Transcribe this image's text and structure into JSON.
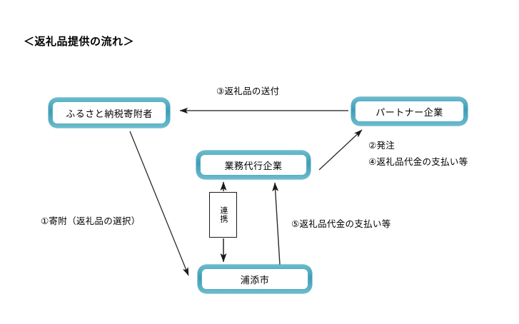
{
  "page": {
    "title": "＜返礼品提供の流れ＞",
    "background_color": "#ffffff",
    "accent_color": "#4aa8bd",
    "line_color": "#1a1a1a"
  },
  "nodes": [
    {
      "id": "donor",
      "label": "ふるさと納税寄附者",
      "style": "teal-rounded"
    },
    {
      "id": "partner",
      "label": "パートナー企業",
      "style": "teal-rounded"
    },
    {
      "id": "agency",
      "label": "業務代行企業",
      "style": "teal-rounded"
    },
    {
      "id": "city",
      "label": "浦添市",
      "style": "teal-rounded"
    },
    {
      "id": "renkei",
      "label": "連携",
      "style": "plain-rect-vertical"
    }
  ],
  "flow_labels": [
    {
      "id": "step1",
      "text": "①寄附（返礼品の選択）"
    },
    {
      "id": "step2",
      "text": "②発注"
    },
    {
      "id": "step3",
      "text": "③返礼品の送付"
    },
    {
      "id": "step4",
      "text": "④返礼品代金の支払い等"
    },
    {
      "id": "step5",
      "text": "⑤返礼品代金の支払い等"
    }
  ],
  "arrows": [
    {
      "id": "partner-to-donor",
      "from": "partner",
      "to": "donor",
      "direction": "left",
      "label_ref": "step3"
    },
    {
      "id": "donor-to-city",
      "from": "donor",
      "to": "city",
      "direction": "down-right",
      "label_ref": "step1"
    },
    {
      "id": "agency-to-partner",
      "from": "agency",
      "to": "partner",
      "direction": "up-right",
      "label_ref": "step2"
    },
    {
      "id": "city-to-agency",
      "from": "city",
      "to": "agency",
      "direction": "up",
      "label_ref": "step5"
    },
    {
      "id": "renkei-bidirectional",
      "from": "city",
      "to": "agency",
      "direction": "both",
      "label_ref": null
    }
  ]
}
